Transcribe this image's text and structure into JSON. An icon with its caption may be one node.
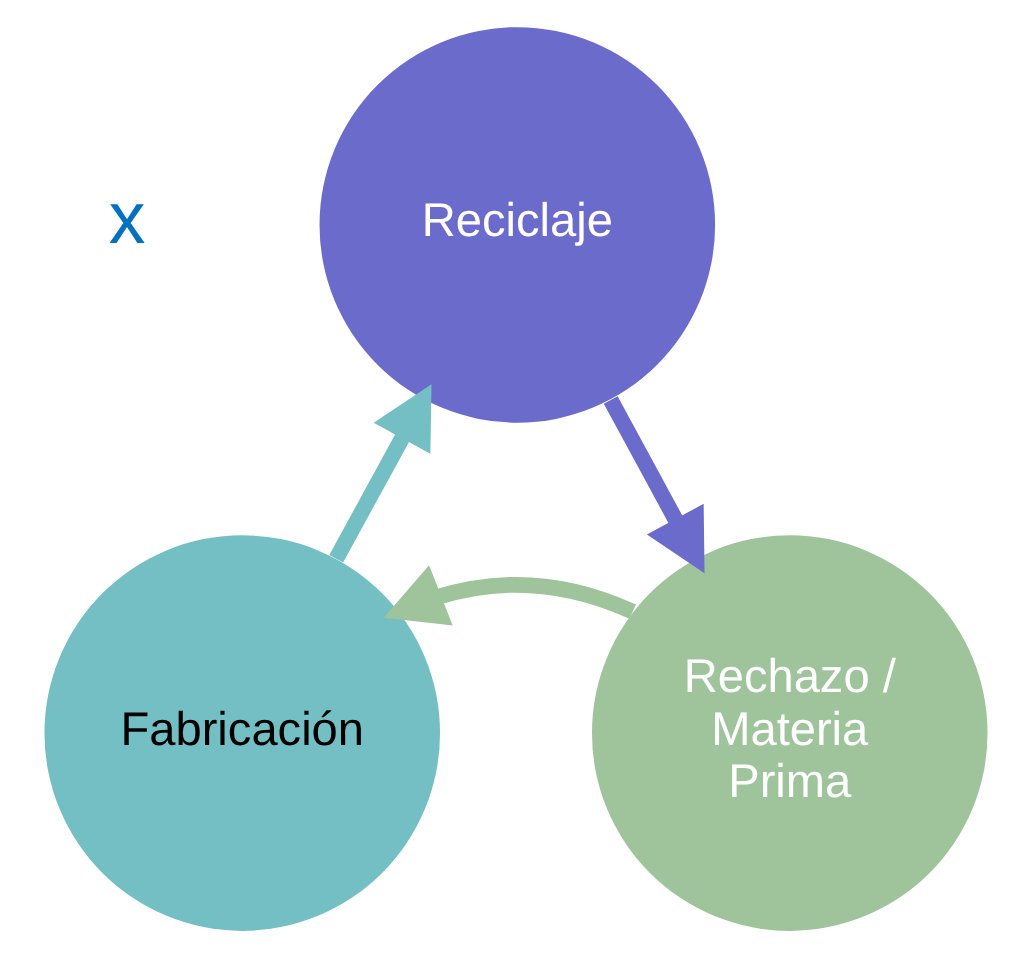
{
  "diagram": {
    "nodes": [
      {
        "text": [
          "Reciclaje"
        ]
      },
      {
        "text": [
          "Rechazo / Materia Prima"
        ]
      },
      {
        "text": [
          "Fabricación"
        ]
      }
    ],
    "edges": [
      {
        "from": 2,
        "to": 0,
        "arrow": "to",
        "color": "#74bfc4"
      },
      {
        "from": 0,
        "to": 1,
        "arrow": "to",
        "color": "#6b6bcc"
      },
      {
        "from": 1,
        "to": 2,
        "arrow": "to",
        "color": "#9fc49c"
      }
    ],
    "labels": [
      "x"
    ]
  }
}
